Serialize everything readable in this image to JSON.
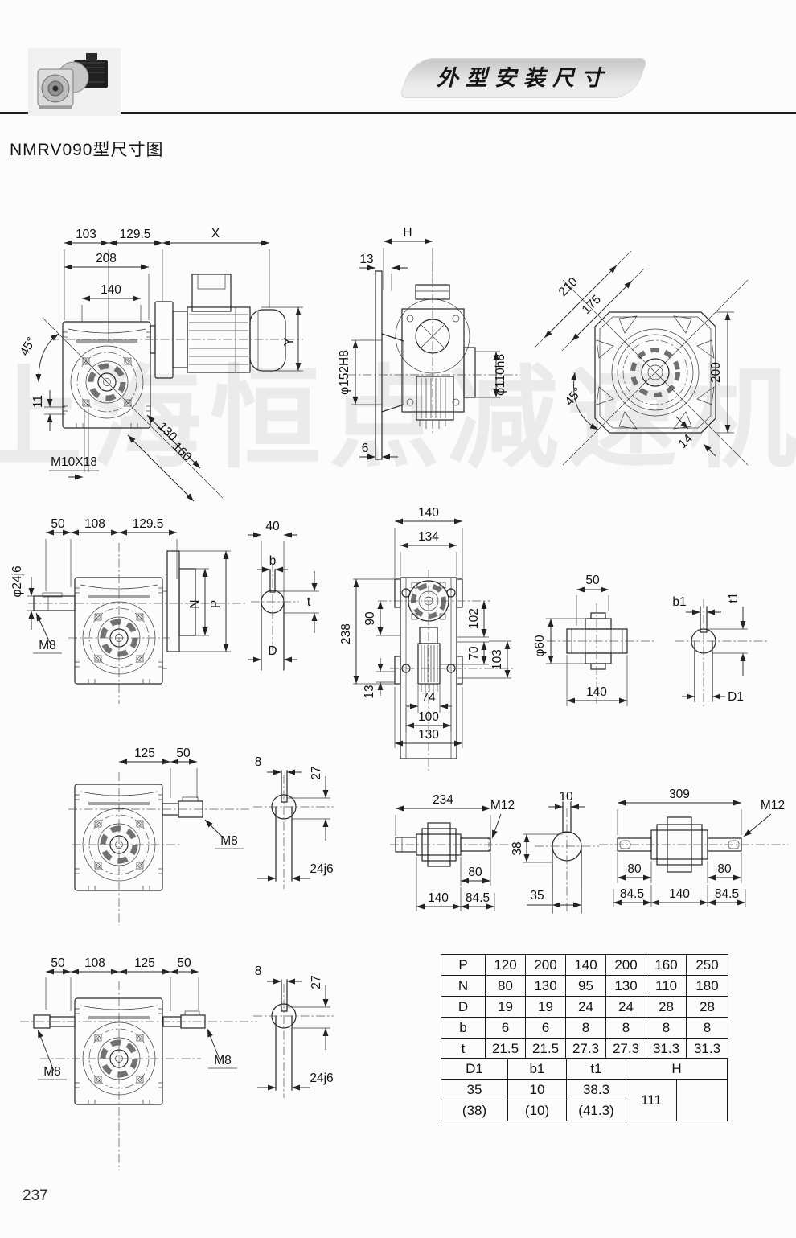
{
  "header": {
    "banner": "外型安装尺寸",
    "title": "NMRV090型尺寸图",
    "page_number": "237",
    "watermark": "上海恒点减速机专用",
    "product_photo": "worm-gearbox-with-motor"
  },
  "drawings": {
    "front_motor": {
      "labels": {
        "w103": "103",
        "w1295": "129.5",
        "x": "X",
        "w208": "208",
        "w140": "140",
        "a45": "45°",
        "h11": "11",
        "thread": "M10X18",
        "d130": "130",
        "d160": "160",
        "y": "Y"
      }
    },
    "side_view": {
      "labels": {
        "h": "H",
        "t13": "13",
        "bore152": "φ152H8",
        "bore110": "φ110h8",
        "t6": "6"
      }
    },
    "back_view": {
      "labels": {
        "d210": "210",
        "d175": "175",
        "h200": "200",
        "a45": "45°",
        "r14": "14"
      }
    },
    "output_view": {
      "labels": {
        "l50": "50",
        "l108": "108",
        "l1295": "129.5",
        "shaft": "φ24j6",
        "m8": "M8",
        "n": "N",
        "p": "P"
      }
    },
    "key_btd": {
      "labels": {
        "d40": "40",
        "b": "b",
        "t": "t",
        "d": "D"
      }
    },
    "top_view": {
      "labels": {
        "w140": "140",
        "w134": "134",
        "h238": "238",
        "h90": "90",
        "h102": "102",
        "h70": "70",
        "h103": "103",
        "h13": "13",
        "w74": "74",
        "w100": "100",
        "w130": "130"
      }
    },
    "hollow_shaft": {
      "labels": {
        "w50": "50",
        "bore60": "φ60",
        "w140": "140"
      }
    },
    "key_b1t1d1": {
      "labels": {
        "b1": "b1",
        "t1": "t1",
        "d1": "D1"
      }
    },
    "single_output": {
      "labels": {
        "w125": "125",
        "w50": "50",
        "m8": "M8"
      }
    },
    "key_24a": {
      "labels": {
        "w8": "8",
        "h27": "27",
        "dia": "24j6"
      }
    },
    "shaft_234": {
      "labels": {
        "len": "234",
        "thread": "M12",
        "l80": "80",
        "l140": "140",
        "l845": "84.5"
      }
    },
    "shaft_end": {
      "labels": {
        "w10": "10",
        "h38": "38",
        "w35": "35"
      }
    },
    "shaft_309": {
      "labels": {
        "len": "309",
        "thread": "M12",
        "l80a": "80",
        "l80b": "80",
        "l845a": "84.5",
        "l140": "140",
        "l845b": "84.5"
      }
    },
    "double_output": {
      "labels": {
        "w50a": "50",
        "w108": "108",
        "w125": "125",
        "w50b": "50",
        "m8a": "M8",
        "m8b": "M8"
      }
    },
    "key_24b": {
      "labels": {
        "w8": "8",
        "h27": "27",
        "dia": "24j6"
      }
    }
  },
  "table": {
    "rows": [
      {
        "label": "P",
        "values": [
          "120",
          "200",
          "140",
          "200",
          "160",
          "250"
        ]
      },
      {
        "label": "N",
        "values": [
          "80",
          "130",
          "95",
          "130",
          "110",
          "180"
        ]
      },
      {
        "label": "D",
        "values": [
          "19",
          "19",
          "24",
          "24",
          "28",
          "28"
        ]
      },
      {
        "label": "b",
        "values": [
          "6",
          "6",
          "8",
          "8",
          "8",
          "8"
        ]
      },
      {
        "label": "t",
        "values": [
          "21.5",
          "21.5",
          "27.3",
          "27.3",
          "31.3",
          "31.3"
        ]
      }
    ],
    "footer": {
      "headers": [
        "D1",
        "b1",
        "t1",
        "H"
      ],
      "row1": [
        "35",
        "10",
        "38.3",
        "111"
      ],
      "row2": [
        "(38)",
        "(10)",
        "(41.3)"
      ]
    }
  }
}
